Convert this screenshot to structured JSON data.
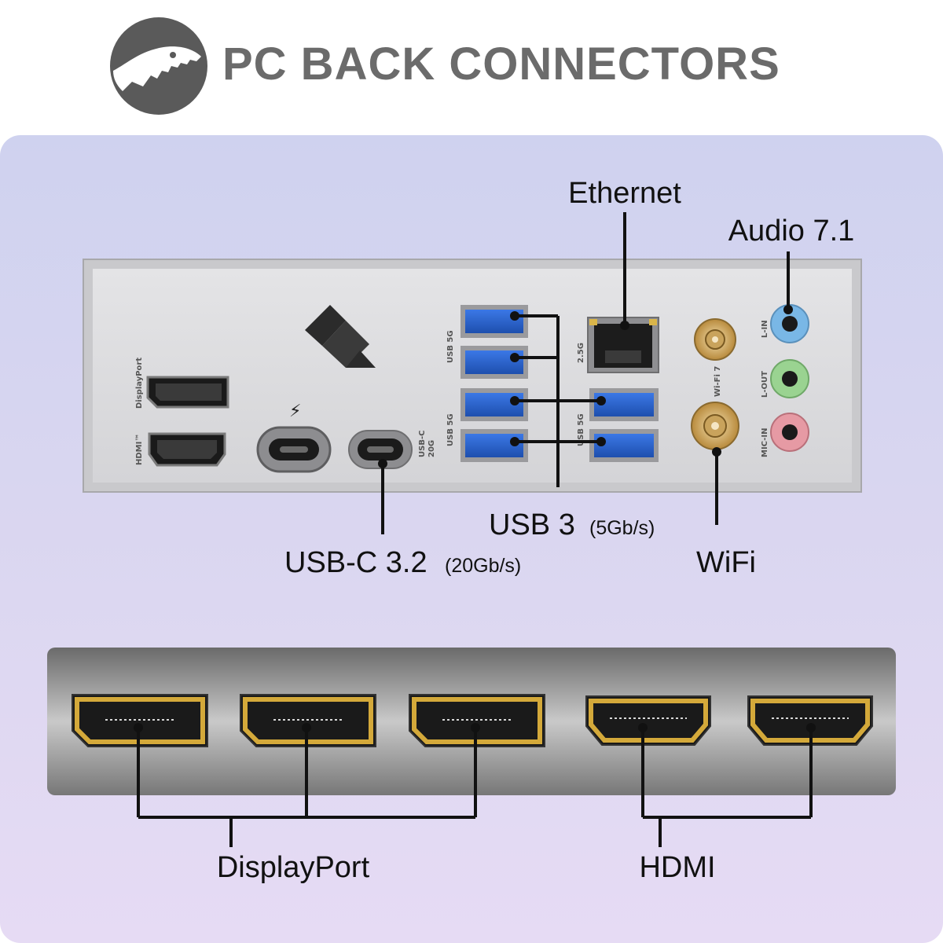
{
  "header": {
    "title": "PC BACK CONNECTORS"
  },
  "io_panel": {
    "port_labels": {
      "displayport": "DisplayPort",
      "hdmi": "HDMI™",
      "usb_5g": "USB 5G",
      "lan": "2.5G",
      "usb_c": "USB-C",
      "usb_c_speed": "20G",
      "wifi": "Wi-Fi 7",
      "line_in": "L-IN",
      "line_out": "L-OUT",
      "mic_in": "MIC-IN"
    }
  },
  "callouts": {
    "ethernet": "Ethernet",
    "audio": "Audio 7.1",
    "usb3_main": "USB 3",
    "usb3_speed": "(5Gb/s)",
    "usbc_main": "USB-C 3.2",
    "usbc_speed": "(20Gb/s)",
    "wifi": "WiFi",
    "displayport": "DisplayPort",
    "hdmi": "HDMI"
  },
  "colors": {
    "usb_blue": "#2a63cf",
    "audio_blue": "#79b7e6",
    "audio_green": "#9ad391",
    "audio_pink": "#e69aa4",
    "gold": "#d4a93a",
    "title_gray": "#6b6b6b"
  }
}
